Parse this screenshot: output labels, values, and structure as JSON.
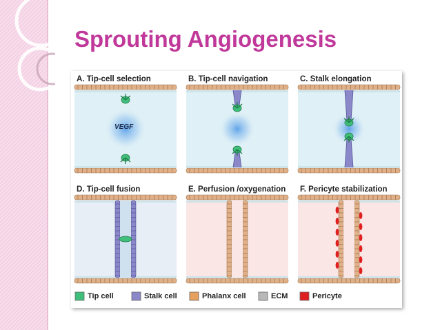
{
  "slide": {
    "title": "Sprouting Angiogenesis"
  },
  "figure": {
    "panels": [
      {
        "label": "A. Tip-cell selection",
        "stage": "selection"
      },
      {
        "label": "B. Tip-cell navigation",
        "stage": "navigation"
      },
      {
        "label": "C. Stalk elongation",
        "stage": "elongation"
      },
      {
        "label": "D. Tip-cell fusion",
        "stage": "fusion"
      },
      {
        "label": "E. Perfusion /oxygenation",
        "stage": "perfusion"
      },
      {
        "label": "F. Pericyte stabilization",
        "stage": "pericyte"
      }
    ],
    "vegf_label": "VEGF",
    "legend": [
      {
        "label": "Tip cell",
        "color": "#3fbf7a"
      },
      {
        "label": "Stalk cell",
        "color": "#8a88c8"
      },
      {
        "label": "Phalanx cell",
        "color": "#e8a060"
      },
      {
        "label": "ECM",
        "color": "#b8b8b8"
      },
      {
        "label": "Pericyte",
        "color": "#e02020"
      }
    ]
  },
  "colors": {
    "title": "#c0399a",
    "decor_pink": "#f5d3e6",
    "vessel_lumen_top": "#dff0f6",
    "vessel_lumen_bottom": "#fbe6e6",
    "phalanx": "#e0b088",
    "stalk": "#8a88c8",
    "tip": "#3fbf7a",
    "pericyte": "#e02020"
  }
}
